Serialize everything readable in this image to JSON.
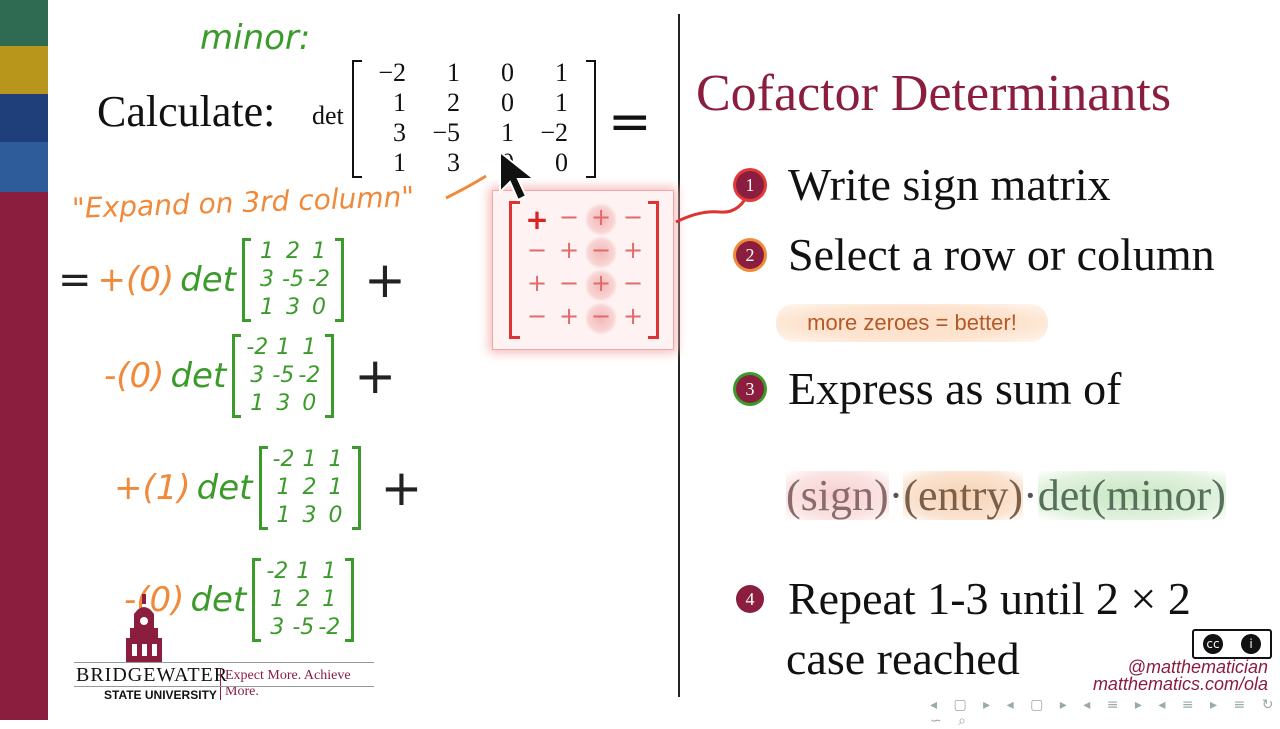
{
  "left_bar": {
    "colors": [
      "#2f6a52",
      "#b8961c",
      "#1f3f7a",
      "#2e5c9a",
      "#8b1e3f"
    ]
  },
  "problem": {
    "minor_label": "minor:",
    "calculate": "Calculate:",
    "det": "det",
    "equals": "=",
    "matrix": [
      [
        "−2",
        "1",
        "0",
        "1"
      ],
      [
        "1",
        "2",
        "0",
        "1"
      ],
      [
        "3",
        "−5",
        "1",
        "−2"
      ],
      [
        "1",
        "3",
        "0",
        "0"
      ]
    ]
  },
  "annotation": {
    "expand": "\"Expand on 3rd column\""
  },
  "sign_matrix": [
    [
      "+",
      "−",
      "+",
      "−"
    ],
    [
      "−",
      "+",
      "−",
      "+"
    ],
    [
      "+",
      "−",
      "+",
      "−"
    ],
    [
      "−",
      "+",
      "−",
      "+"
    ]
  ],
  "expansion": {
    "eq": "=",
    "det_word": "det",
    "plus": "+",
    "terms": [
      {
        "coef": "+(0)",
        "minor": [
          [
            "1",
            "2",
            "1"
          ],
          [
            "3",
            "-5",
            "-2"
          ],
          [
            "1",
            "3",
            "0"
          ]
        ]
      },
      {
        "coef": "-(0)",
        "minor": [
          [
            "-2",
            "1",
            "1"
          ],
          [
            "3",
            "-5",
            "-2"
          ],
          [
            "1",
            "3",
            "0"
          ]
        ]
      },
      {
        "coef": "+(1)",
        "minor": [
          [
            "-2",
            "1",
            "1"
          ],
          [
            "1",
            "2",
            "1"
          ],
          [
            "1",
            "3",
            "0"
          ]
        ]
      },
      {
        "coef": "-(0)",
        "minor": [
          [
            "-2",
            "1",
            "1"
          ],
          [
            "1",
            "2",
            "1"
          ],
          [
            "3",
            "-5",
            "-2"
          ]
        ]
      }
    ]
  },
  "slide": {
    "title": "Cofactor Determinants",
    "steps": [
      {
        "num": "1",
        "text": "Write sign matrix"
      },
      {
        "num": "2",
        "text": "Select a row or column"
      },
      {
        "num": "3",
        "text": "Express as sum of"
      },
      {
        "num": "4",
        "text": "Repeat 1-3 until 2 × 2"
      }
    ],
    "step4_line2": "case reached",
    "hint": "more zeroes = better!",
    "formula": {
      "sign": "(sign)",
      "dot": "·",
      "entry": "(entry)",
      "det": "det(minor)"
    }
  },
  "footer": {
    "university": "BRIDGEWATER",
    "university_sub": "STATE UNIVERSITY",
    "tagline": "Expect More. Achieve More.",
    "handle": "@matthematician",
    "site": "matthematics.com/ola",
    "cc_label": "cc",
    "nav_icons": "◂ ▢ ▸ ◂ ▢ ▸ ◂ ≡ ▸ ◂ ≡ ▸ ≡ ↻ ∽ ⌕"
  }
}
